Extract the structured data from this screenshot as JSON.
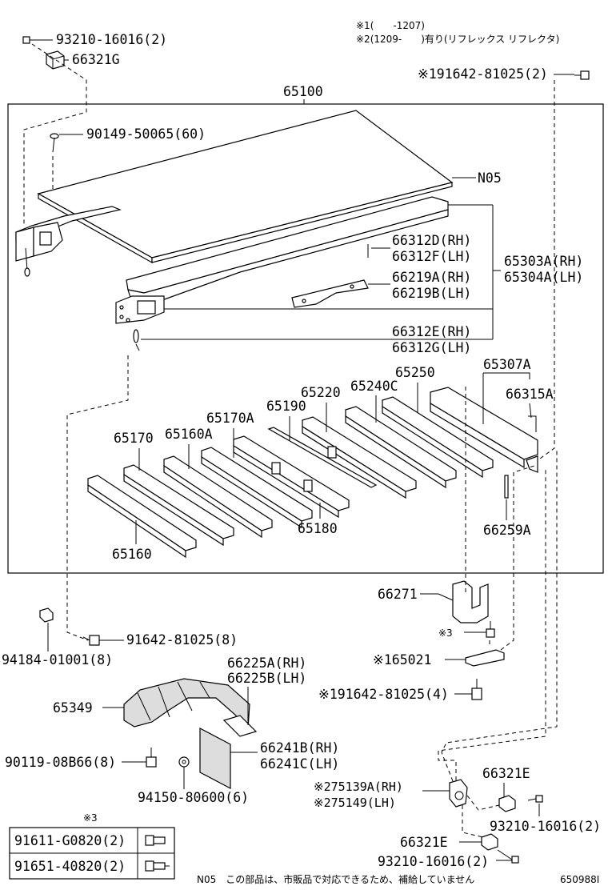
{
  "notes": {
    "note1": "※1(　　-1207)",
    "note2": "※2(1209-　　)有り(リフレックス リフレクタ)",
    "n05_note": "N05　この部品は、市販品で対応できるため、補給していません",
    "figure_id": "650988I",
    "legend_mark": "※3"
  },
  "labels": {
    "l93210_top": "93210-16016(2)",
    "l66321G": "66321G",
    "l91642_top": "※191642-81025(2)",
    "l65100": "65100",
    "l90149": "90149-50065(60)",
    "lN05": "N05",
    "l66312D": "66312D(RH)",
    "l66312F": "66312F(LH)",
    "l65303A": "65303A(RH)",
    "l65304A": "65304A(LH)",
    "l66219A": "66219A(RH)",
    "l66219B": "66219B(LH)",
    "l66312E": "66312E(RH)",
    "l66312G": "66312G(LH)",
    "l65307A": "65307A",
    "l65250": "65250",
    "l65240C": "65240C",
    "l65220": "65220",
    "l66315A": "66315A",
    "l65190": "65190",
    "l65170A": "65170A",
    "l65170": "65170",
    "l65160A": "65160A",
    "l65180": "65180",
    "l65160": "65160",
    "l66259A": "66259A",
    "l66271": "66271",
    "l_mark3": "※3",
    "l94184": "94184-01001(8)",
    "l91642_mid": "91642-81025(8)",
    "l65021": "※165021",
    "l66225A": "66225A(RH)",
    "l66225B": "66225B(LH)",
    "l91642_low": "※191642-81025(4)",
    "l65349": "65349",
    "l66241B": "66241B(RH)",
    "l66241C": "66241C(LH)",
    "l90119": "90119-08B66(8)",
    "l94150": "94150-80600(6)",
    "l66321E_a": "66321E",
    "l75139A": "※275139A(RH)",
    "l75149": "※275149(LH)",
    "l93210_right": "93210-16016(2)",
    "l66321E_b": "66321E",
    "l93210_bottom": "93210-16016(2)"
  },
  "legend_table": {
    "rows": [
      {
        "part": "91611-G0820(2)",
        "icon": "flange-bolt-icon"
      },
      {
        "part": "91651-40820(2)",
        "icon": "stud-bolt-icon"
      }
    ]
  }
}
